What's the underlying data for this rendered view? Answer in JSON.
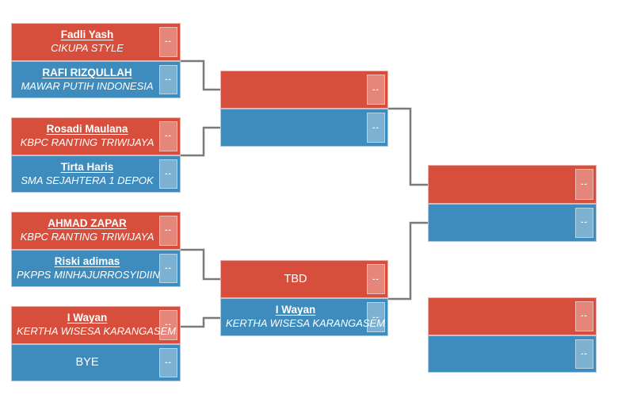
{
  "colors": {
    "red_slot": "#d84e3c",
    "blue_slot": "#3e8cbd",
    "connector": "#7a7a7a",
    "background": "#ffffff"
  },
  "matches": {
    "r1m1": {
      "top": {
        "name": "Fadli Yash",
        "team": "CIKUPA STYLE",
        "score": "--"
      },
      "bottom": {
        "name": "RAFI RIZQULLAH",
        "team": "MAWAR PUTIH INDONESIA",
        "score": "--"
      }
    },
    "r1m2": {
      "top": {
        "name": "Rosadi Maulana",
        "team": "KBPC RANTING TRIWIJAYA",
        "score": "--"
      },
      "bottom": {
        "name": "Tirta Haris",
        "team": "SMA SEJAHTERA 1 DEPOK",
        "score": "--"
      }
    },
    "r1m3": {
      "top": {
        "name": "AHMAD ZAPAR",
        "team": "KBPC RANTING TRIWIJAYA",
        "score": "--"
      },
      "bottom": {
        "name": "Riski adimas",
        "team": "PKPPS MINHAJURROSYIDIIN",
        "score": "--"
      }
    },
    "r1m4": {
      "top": {
        "name": "I Wayan",
        "team": "KERTHA WISESA KARANGASEM",
        "score": "--"
      },
      "bottom": {
        "name": "BYE",
        "team": "",
        "score": "--"
      }
    },
    "sf1": {
      "top": {
        "name": "",
        "team": "",
        "score": "--"
      },
      "bottom": {
        "name": "",
        "team": "",
        "score": "--"
      }
    },
    "sf2": {
      "top": {
        "name": "TBD",
        "team": "",
        "score": "--"
      },
      "bottom": {
        "name": "I Wayan",
        "team": "KERTHA WISESA KARANGASEM",
        "score": "--"
      }
    },
    "final": {
      "top": {
        "name": "",
        "team": "",
        "score": "--"
      },
      "bottom": {
        "name": "",
        "team": "",
        "score": "--"
      }
    },
    "third_place": {
      "top": {
        "name": "",
        "team": "",
        "score": "--"
      },
      "bottom": {
        "name": "",
        "team": "",
        "score": "--"
      }
    }
  }
}
